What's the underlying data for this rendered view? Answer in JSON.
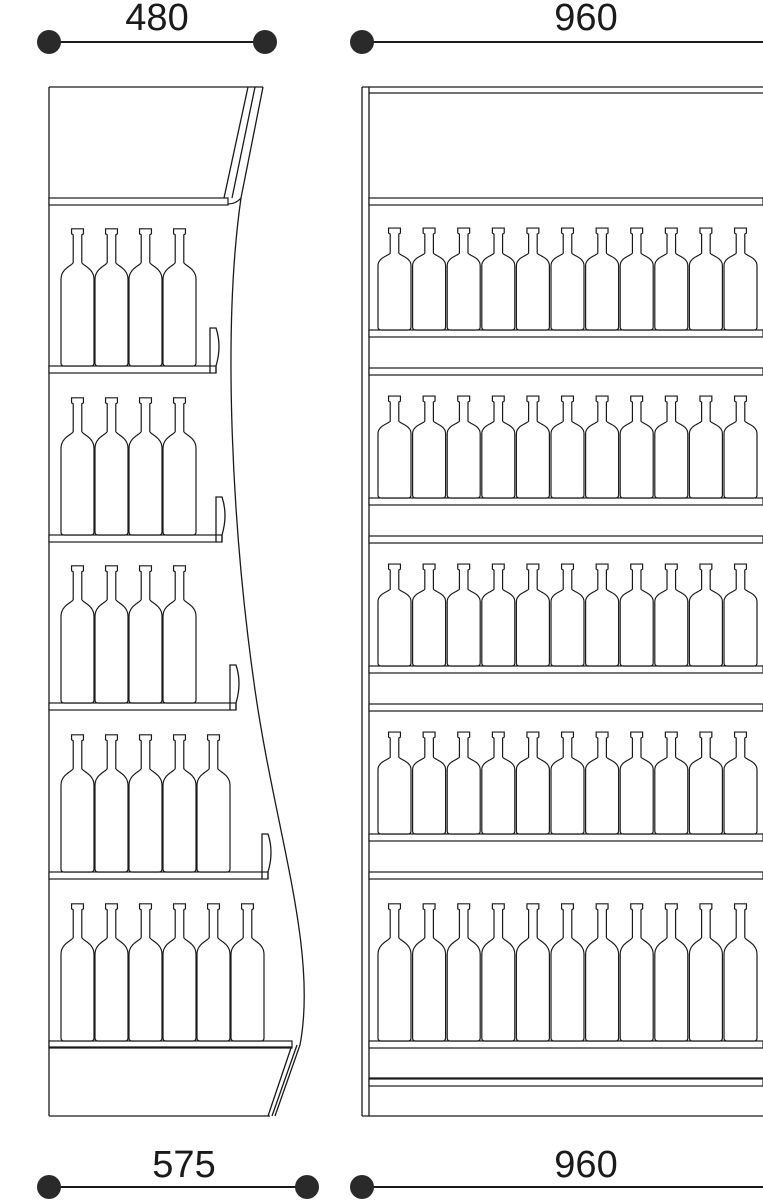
{
  "dimensions": {
    "top_left": "480",
    "top_right": "960",
    "bottom_left": "575",
    "bottom_right": "960"
  },
  "side_view": {
    "bottles_per_shelf": [
      4,
      4,
      4,
      5,
      6
    ]
  },
  "front_view": {
    "shelf_rows": 5,
    "bottles_per_row": 11
  },
  "colors": {
    "ink": "#1a1a1a",
    "background": "#ffffff"
  }
}
